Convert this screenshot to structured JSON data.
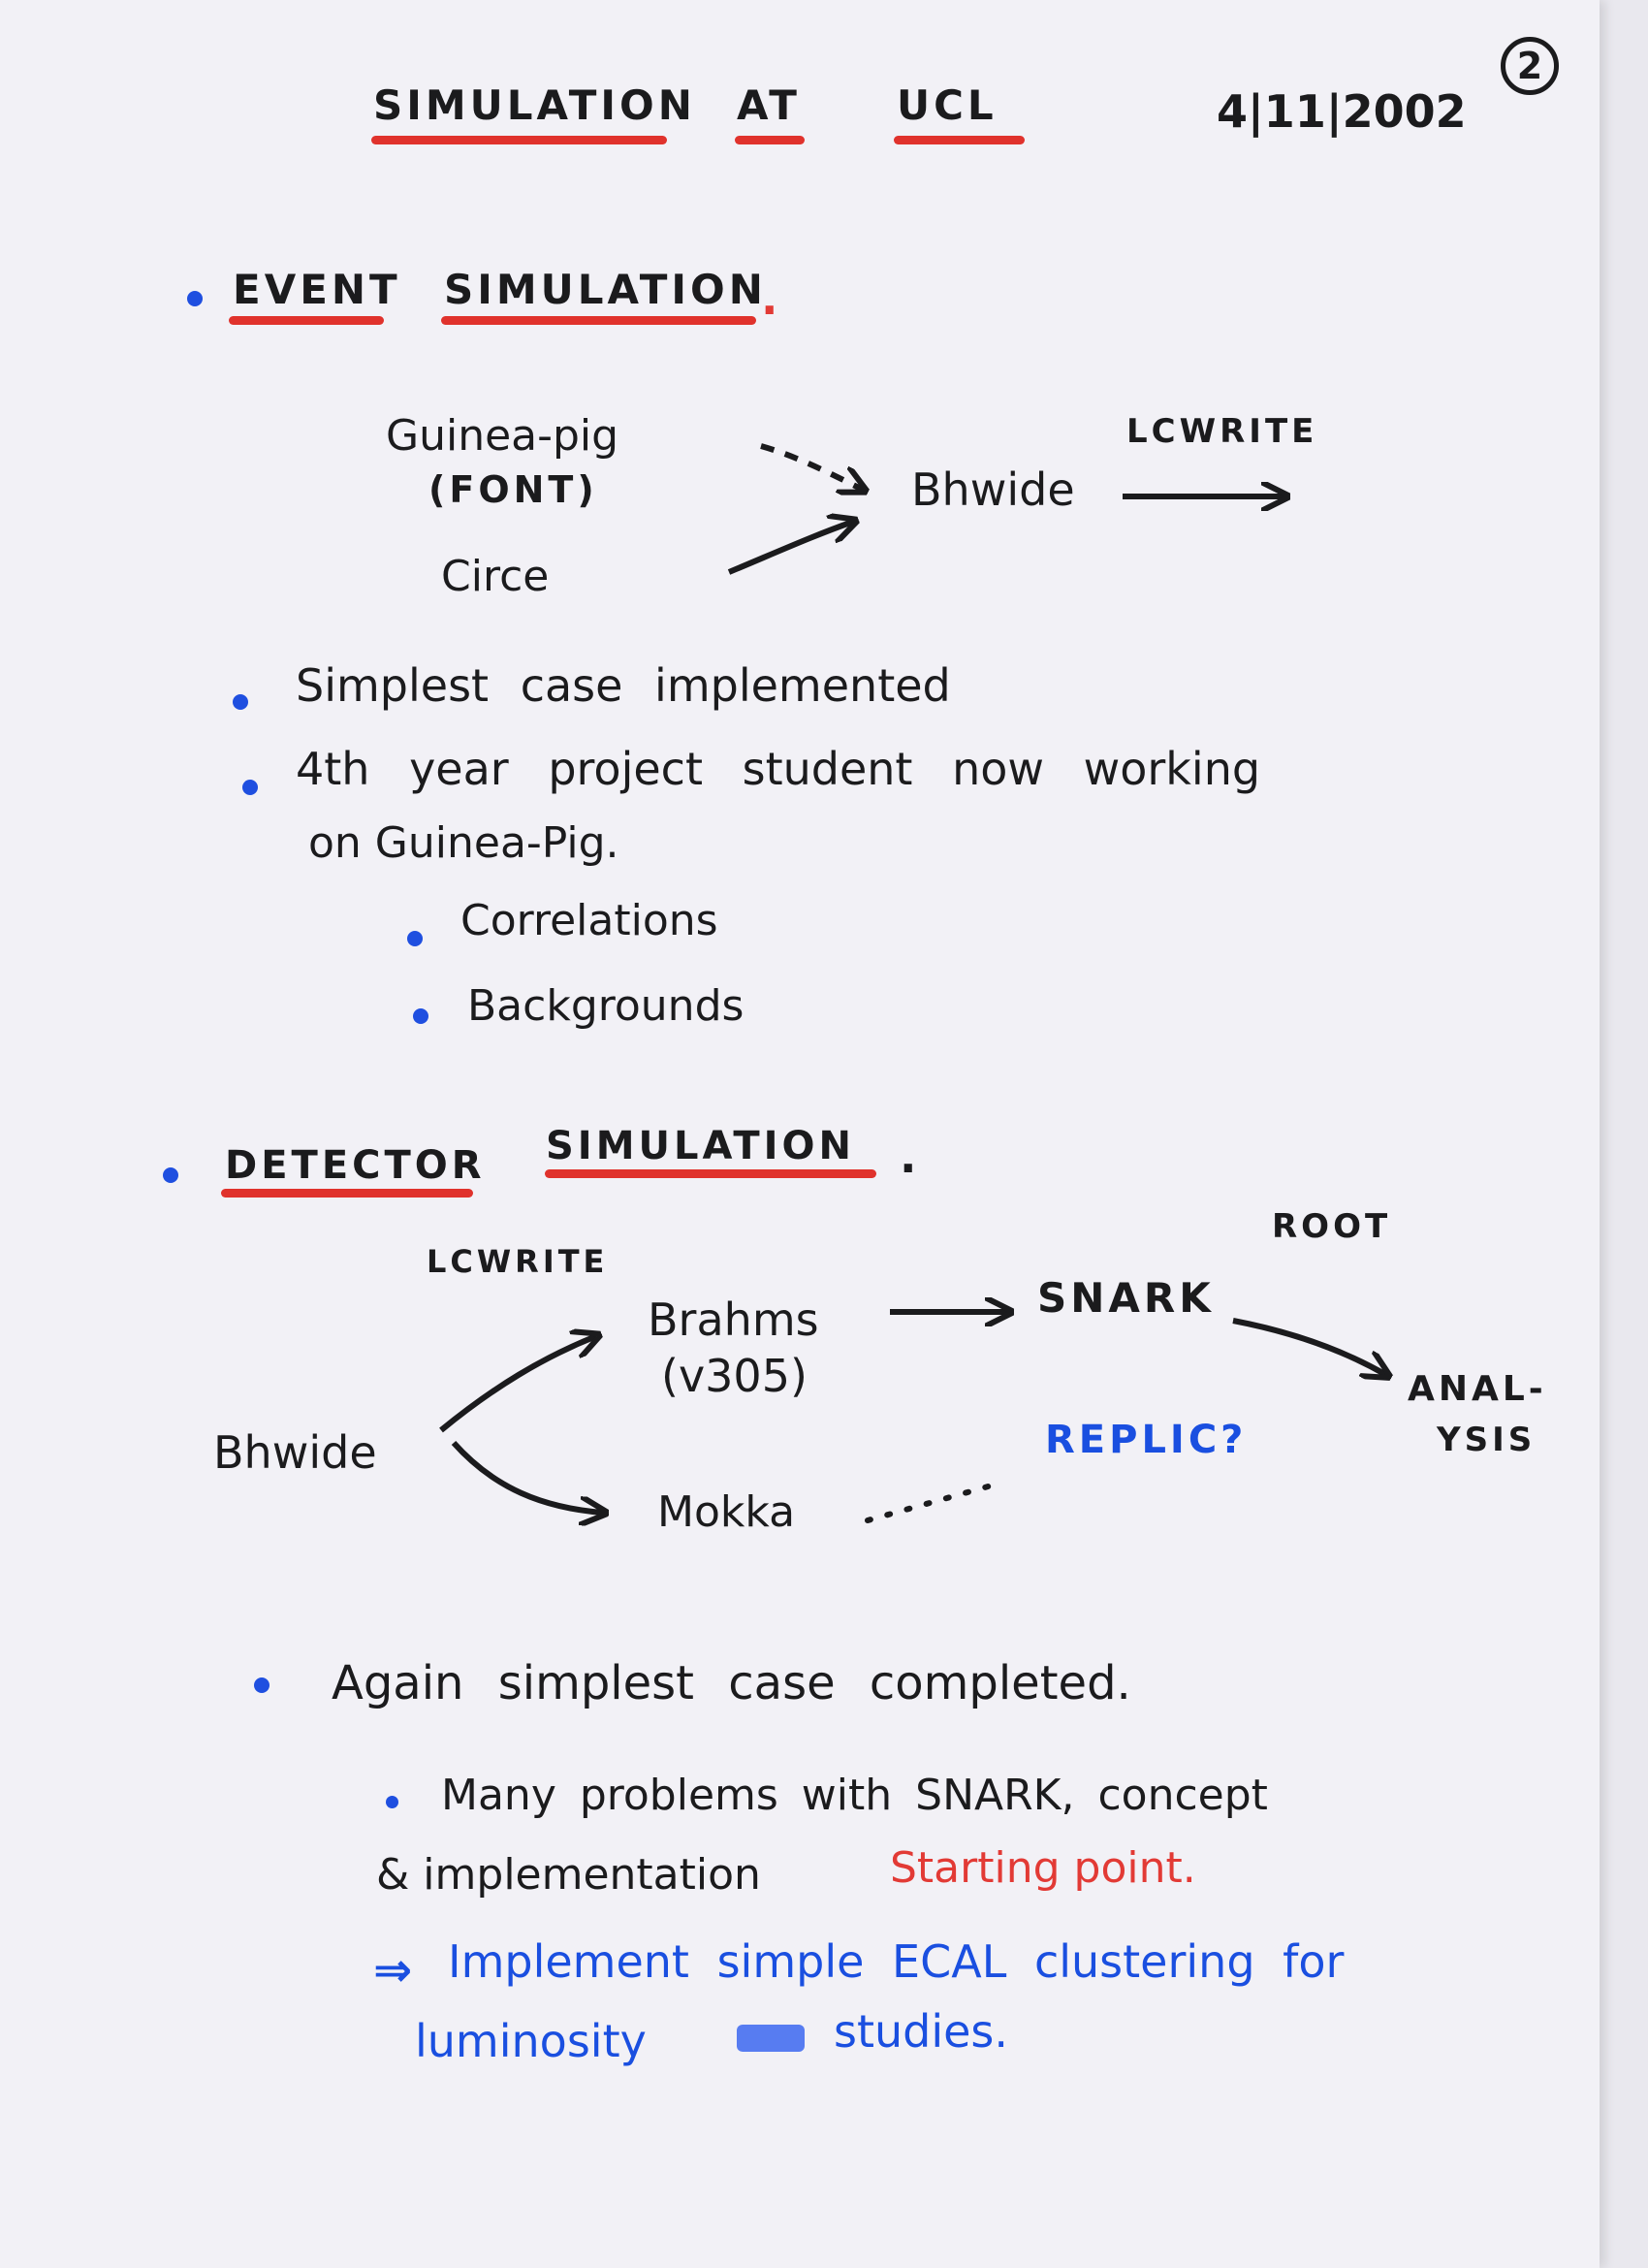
{
  "page_number": "2",
  "header": {
    "title_parts": [
      "SIMULATION",
      "AT",
      "UCL"
    ],
    "date": "4|11|2002"
  },
  "event_section": {
    "heading_parts": [
      "EVENT",
      "SIMULATION"
    ],
    "heading_dot": ".",
    "flow": {
      "guinea": "Guinea-pig",
      "font": "(FONT)",
      "circe": "Circe",
      "bhwide": "Bhwide",
      "lcwrite": "LCWRITE"
    },
    "bullets": [
      "Simplest case implemented",
      "4th year project student now working",
      "on Guinea-Pig."
    ],
    "sub_bullets": [
      "Correlations",
      "Backgrounds"
    ]
  },
  "detector_section": {
    "heading_parts": [
      "DETECTOR",
      "SIMULATION"
    ],
    "heading_dot": ".",
    "flow": {
      "lcwrite": "LCWRITE",
      "brahms": "Brahms",
      "version": "(v305)",
      "snark": "SNARK",
      "root": "ROOT",
      "anal_1": "ANAL-",
      "anal_2": "YSIS",
      "bhwide": "Bhwide",
      "mokka": "Mokka",
      "replic": "REPLIC?"
    },
    "bullet": "Again simplest case completed.",
    "sub_line_1": "Many problems with SNARK, concept",
    "sub_line_2": "& implementation",
    "starting_point": "Starting point.",
    "arrow_symbol": "⇒",
    "conclusion_1": "Implement simple ECAL clustering for",
    "conclusion_2a": "luminosity",
    "conclusion_2b": "studies."
  },
  "colors": {
    "ink_black": "#1b1b1d",
    "ink_red": "#e23a35",
    "ink_blue": "#1a4fe0",
    "paper": "#f2f1f6"
  }
}
